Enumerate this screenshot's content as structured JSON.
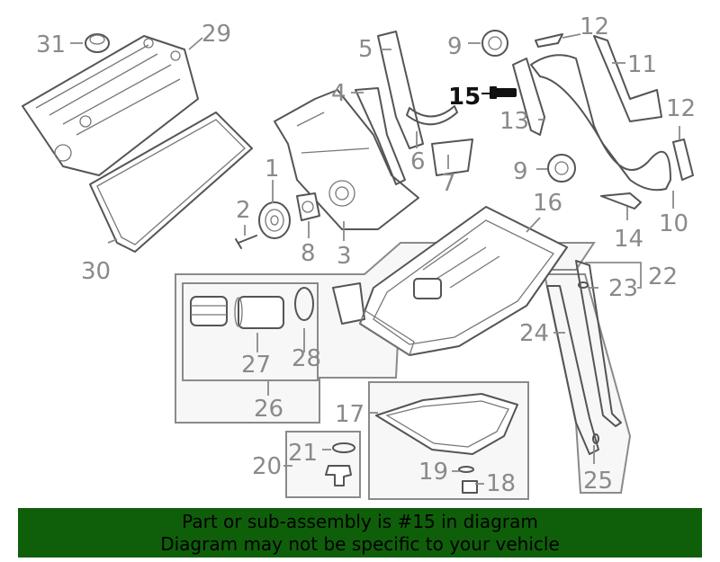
{
  "callouts": {
    "c1": "1",
    "c2": "2",
    "c3": "3",
    "c4": "4",
    "c5": "5",
    "c6": "6",
    "c7": "7",
    "c8": "8",
    "c9a": "9",
    "c9b": "9",
    "c10": "10",
    "c11": "11",
    "c12a": "12",
    "c12b": "12",
    "c13": "13",
    "c14": "14",
    "c15": "15",
    "c16": "16",
    "c17": "17",
    "c18": "18",
    "c19": "19",
    "c20": "20",
    "c21": "21",
    "c22": "22",
    "c23": "23",
    "c24": "24",
    "c25": "25",
    "c26": "26",
    "c27": "27",
    "c28": "28",
    "c29": "29",
    "c30": "30",
    "c31": "31"
  },
  "highlighted_part": "15",
  "colors": {
    "banner": "#0f5f0a",
    "highlight": "#111111",
    "line": "#555555",
    "callout": "#8a8a8a"
  },
  "banner": {
    "line1": "Part or sub-assembly is #15 in diagram",
    "line2": "Diagram may not be specific to your vehicle"
  }
}
